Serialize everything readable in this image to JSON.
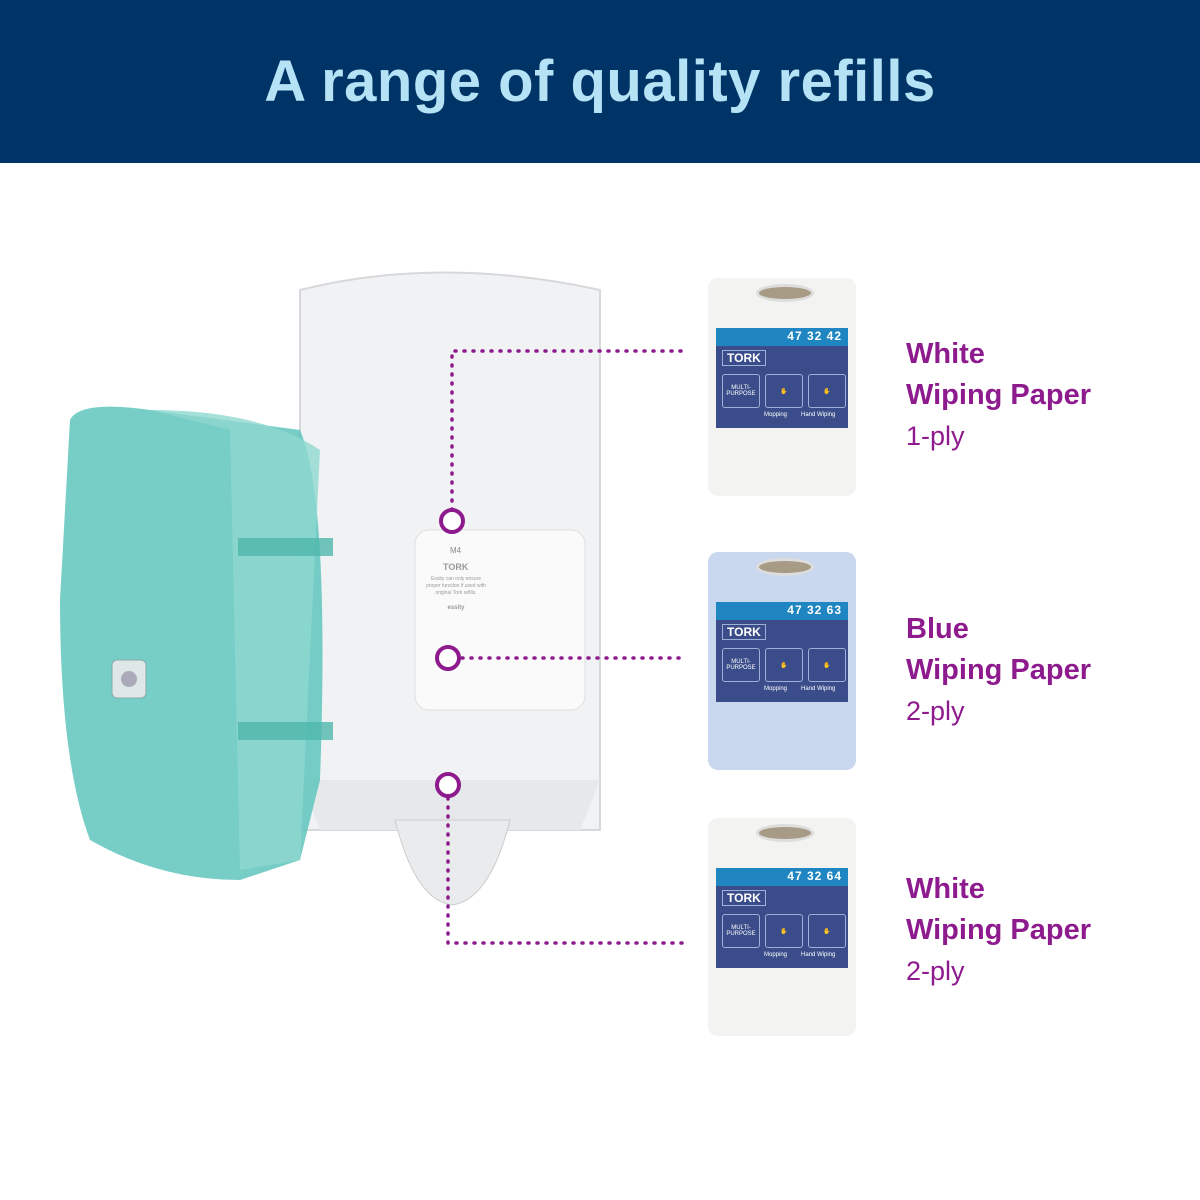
{
  "header": {
    "title": "A range of quality refills"
  },
  "colors": {
    "header_bg": "#003466",
    "title": "#b5e3f5",
    "accent": "#8e1b8e"
  },
  "dispenser": {
    "model_badge": "M4",
    "brand": "TORK",
    "note": "Essity can only ensure proper function if used with original Tork refills.",
    "maker": "essity"
  },
  "products": [
    {
      "code": "47 32 42",
      "color_line": "White",
      "name": "Wiping Paper",
      "ply": "1-ply",
      "roll_color": "#f3f3f1",
      "brand": "TORK",
      "badge": "MULTI-PURPOSE",
      "uses": [
        "Mopping",
        "Hand Wiping"
      ]
    },
    {
      "code": "47 32 63",
      "color_line": "Blue",
      "name": "Wiping Paper",
      "ply": "2-ply",
      "roll_color": "#c9d7ef",
      "brand": "TORK",
      "badge": "MULTI-PURPOSE",
      "uses": [
        "Mopping",
        "Hand Wiping"
      ]
    },
    {
      "code": "47 32 64",
      "color_line": "White",
      "name": "Wiping Paper",
      "ply": "2-ply",
      "roll_color": "#f3f3f1",
      "brand": "TORK",
      "badge": "MULTI-PURPOSE",
      "uses": [
        "Mopping",
        "Hand Wiping"
      ]
    }
  ]
}
